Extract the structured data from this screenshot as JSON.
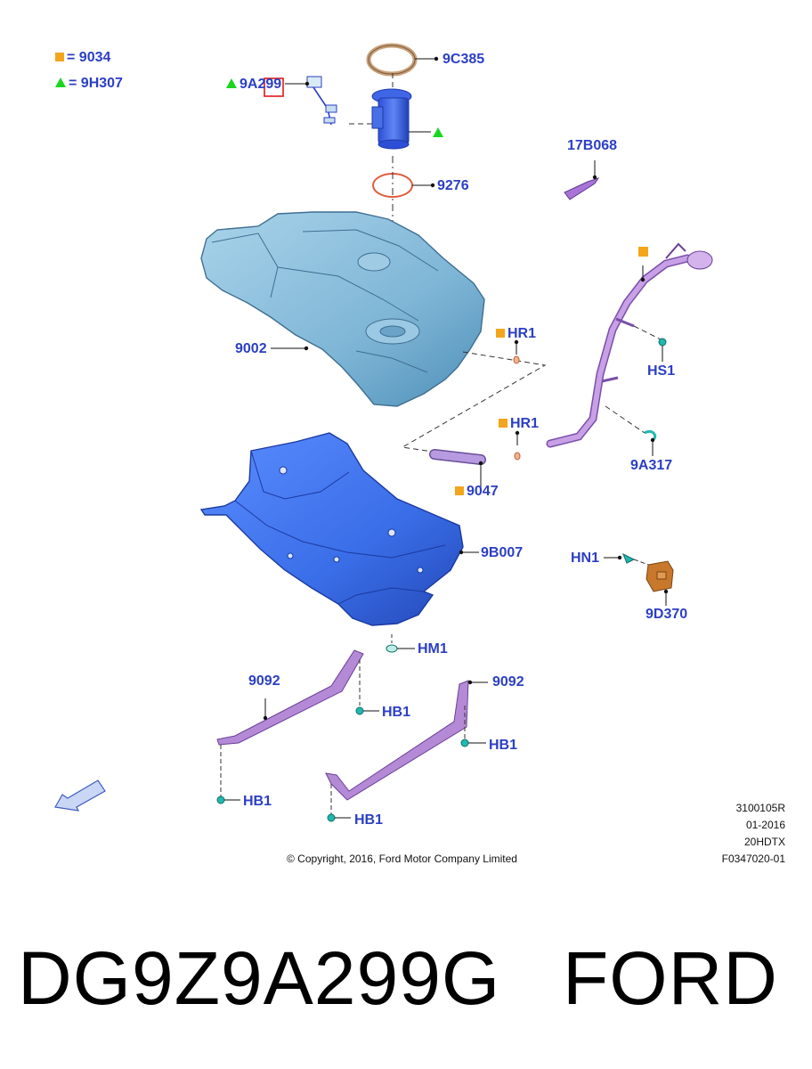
{
  "legend": [
    {
      "symbol": "square",
      "text": "= 9034",
      "color": "#f3a51d"
    },
    {
      "symbol": "triangle",
      "text": "= 9H307",
      "color": "#19d61e"
    }
  ],
  "callouts": {
    "c9C385": "9C385",
    "c9A299": "9A299",
    "c17B068": "17B068",
    "c9276": "9276",
    "c9002": "9002",
    "cHR1a": "HR1",
    "cHR1b": "HR1",
    "cHS1": "HS1",
    "c9A317": "9A317",
    "c9047": "9047",
    "c9B007": "9B007",
    "cHN1": "HN1",
    "c9D370": "9D370",
    "cHM1": "HM1",
    "c9092a": "9092",
    "c9092b": "9092",
    "cHB1a": "HB1",
    "cHB1b": "HB1",
    "cHB1c": "HB1",
    "cHB1d": "HB1"
  },
  "meta": {
    "code": "3100105R",
    "date": "01-2016",
    "model": "20HDTX",
    "figure": "F0347020-01"
  },
  "copyright": "© Copyright, 2016, Ford Motor Company Limited",
  "footer": {
    "part_number": "DG9Z9A299G",
    "brand": "FORD"
  },
  "colors": {
    "label": "#2b3fc4",
    "tank": "#7fb6d6",
    "shield": "#3a6ee8",
    "strap": "#9b63c9",
    "filler": "#b98ad8",
    "fastener": "#21b8b0",
    "bracket": "#c8782a",
    "seal": "#e05a3a",
    "lockring": "#c9a07a"
  }
}
